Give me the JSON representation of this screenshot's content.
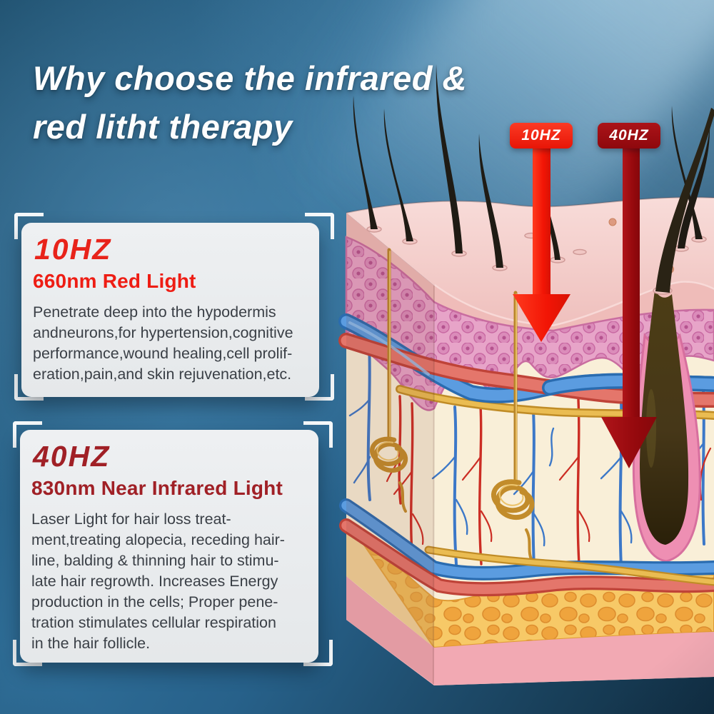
{
  "title": {
    "line1": "Why choose the infrared &",
    "line2": "red litht therapy",
    "color": "#ffffff"
  },
  "frequency_badges": [
    {
      "label": "10HZ",
      "badge_color": "#f2231a",
      "arrow_color": "#fa1e0e"
    },
    {
      "label": "40HZ",
      "badge_color": "#9c0d12",
      "arrow_color": "#9e0d11"
    }
  ],
  "cards": [
    {
      "heading": "10HZ",
      "heading_color": "#e8231a",
      "subheading": "660nm Red Light",
      "subheading_color": "#ee1d14",
      "body": "Penetrate deep into the hypodermis\nandneurons,for hypertension,cognitive\nperformance,wound healing,cell prolif-\neration,pain,and skin rejuvenation,etc."
    },
    {
      "heading": "40HZ",
      "heading_color": "#a02026",
      "subheading": "830nm Near Infrared Light",
      "subheading_color": "#9e1b24",
      "body": "Laser Light for hair loss treat-\nment,treating alopecia, receding hair-\nline, balding & thinning hair to stimu-\nlate hair regrowth. Increases Energy\nproduction in the cells; Proper pene-\ntration stimulates cellular respiration\nin the hair follicle."
    }
  ],
  "diagram": {
    "type": "skin-cross-section-illustration",
    "elements": [
      "hairs",
      "epidermis",
      "cell-layer",
      "dermis",
      "blood-vessel-red",
      "blood-vessel-blue",
      "nerve-fiber-yellow",
      "sweat-gland",
      "hair-follicle",
      "fat-layer",
      "base-layer",
      "arrow-10hz",
      "arrow-40hz"
    ]
  },
  "colors": {
    "background_mid_blue": "#2f6e98",
    "background_deep_blue": "#112e43",
    "card_background": "#eaecef",
    "body_text": "#3a3f46",
    "skin_pink": "#f5d2cf",
    "cell_layer_pink": "#e7a4c8",
    "dermis_cream": "#f9efd8",
    "fat_orange": "#efa43f",
    "vessel_blue": "#5b9ce0",
    "vessel_red": "#e4766b",
    "nerve_yellow": "#e9bc55"
  }
}
